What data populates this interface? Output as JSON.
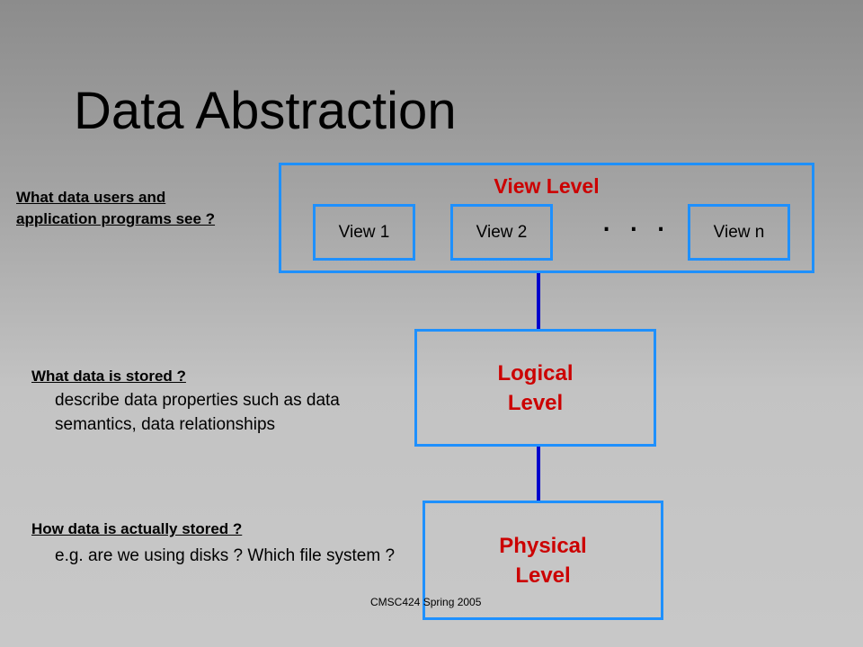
{
  "slide": {
    "title": "Data Abstraction",
    "footer": "CMSC424   Spring 2005"
  },
  "view_level": {
    "label": "View Level",
    "views": [
      "View 1",
      "View 2",
      "View n"
    ],
    "ellipsis": ". . ."
  },
  "logical_level": {
    "label_line1": "Logical",
    "label_line2": "Level"
  },
  "physical_level": {
    "label_line1": "Physical",
    "label_line2": "Level"
  },
  "annotations": {
    "view": "What data users and application programs see ?",
    "logical_head": "What data is stored ?",
    "logical_body": "describe data properties such as data semantics, data relationships",
    "physical_head": "How data is actually stored ?",
    "physical_body": "e.g. are we using disks ? Which file system ?"
  },
  "colors": {
    "box_border": "#1e90ff",
    "connector": "#0000cc",
    "level_label": "#cc0000"
  }
}
